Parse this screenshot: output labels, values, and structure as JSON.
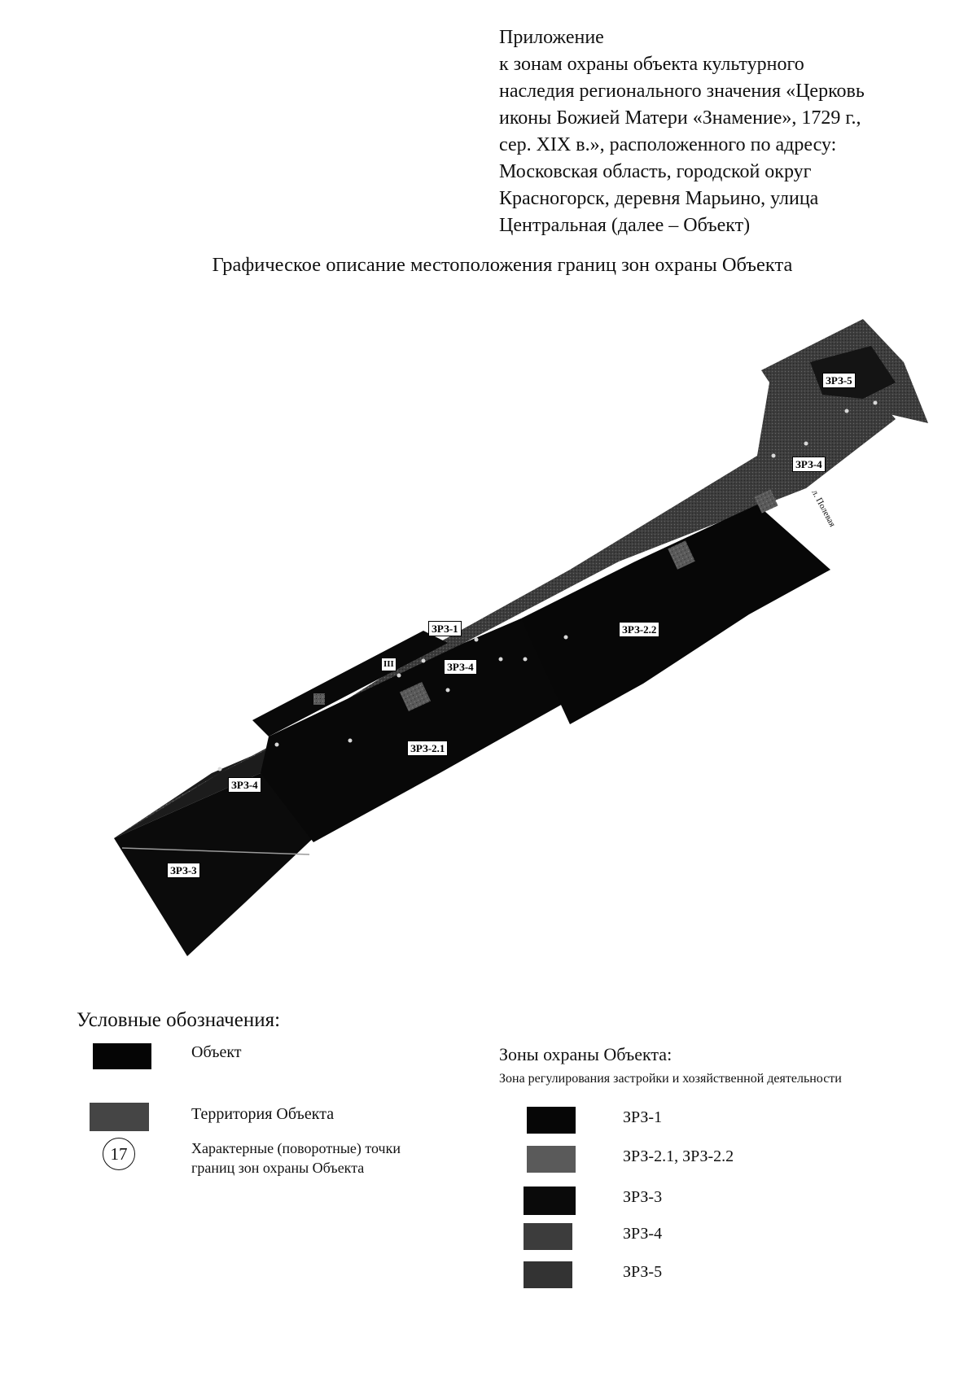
{
  "appendix": {
    "lines": [
      "Приложение",
      "к зонам охраны объекта культурного",
      "наследия регионального значения «Церковь",
      "иконы Божией Матери «Знамение», 1729 г.,",
      "сер. XIX в.», расположенного по адресу:",
      "Московская область, городской округ",
      "Красногорск, деревня Марьино, улица",
      "Центральная (далее – Объект)"
    ]
  },
  "title": "Графическое описание местоположения границ зон охраны Объекта",
  "map": {
    "labels": {
      "zrz5": "ЗРЗ-5",
      "zrz4_top": "ЗРЗ-4",
      "zrz1": "ЗРЗ-1",
      "zrz4_mid": "ЗРЗ-4",
      "zrz22": "ЗРЗ-2.2",
      "zrz21": "ЗРЗ-2.1",
      "zrz4_left": "ЗРЗ-4",
      "zrz3": "ЗРЗ-3",
      "marker": "III"
    },
    "street": "л. Полевая"
  },
  "legend": {
    "title": "Условные обозначения:",
    "object": "Объект",
    "territory": "Территория Объекта",
    "point_number": "17",
    "points_line1": "Характерные (поворотные) точки",
    "points_line2": "границ зон охраны Объекта",
    "zones_title": "Зоны охраны Объекта:",
    "zones_subtitle": "Зона регулирования застройки и хозяйственной деятельности",
    "zone_items": [
      "ЗРЗ-1",
      "ЗРЗ-2.1, ЗРЗ-2.2",
      "ЗРЗ-3",
      "ЗРЗ-4",
      "ЗРЗ-5"
    ]
  },
  "colors": {
    "object": "#050505",
    "territory": "#4a4a4a",
    "zrz1": "#060606",
    "zrz2": "#555555",
    "zrz3": "#0a0a0a",
    "zrz4": "#3a3a3a",
    "zrz5": "#303030"
  }
}
